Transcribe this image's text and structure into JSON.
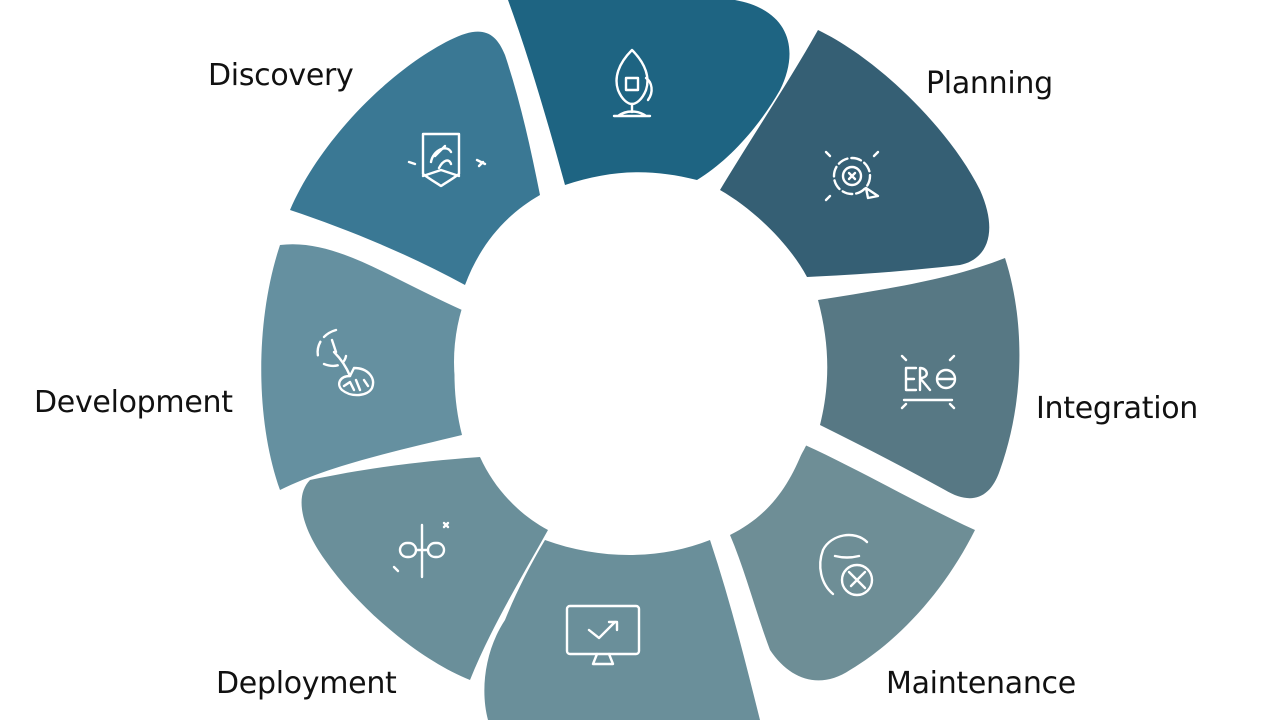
{
  "diagram": {
    "type": "cycle-ring",
    "center_fill": "#ffffff",
    "segments": [
      {
        "id": "top",
        "label": "",
        "color": "#1e6482",
        "icon": "lightbulb-tree-icon"
      },
      {
        "id": "planning",
        "label": "Planning",
        "color": "#355f74",
        "icon": "target-icon"
      },
      {
        "id": "integration",
        "label": "Integration",
        "color": "#577884",
        "icon": "connector-blocks-icon"
      },
      {
        "id": "maintenance",
        "label": "Maintenance",
        "color": "#6e8e96",
        "icon": "gear-head-icon"
      },
      {
        "id": "bottom",
        "label": "",
        "color": "#6a8f9a",
        "icon": "monitor-check-icon"
      },
      {
        "id": "deployment",
        "label": "Deployment",
        "color": "#6a8f9a",
        "icon": "link-nodes-icon"
      },
      {
        "id": "development",
        "label": "Development",
        "color": "#6590a0",
        "icon": "puzzle-swirl-icon"
      },
      {
        "id": "discovery",
        "label": "Discovery",
        "color": "#3a7894",
        "icon": "book-shield-icon"
      }
    ]
  }
}
